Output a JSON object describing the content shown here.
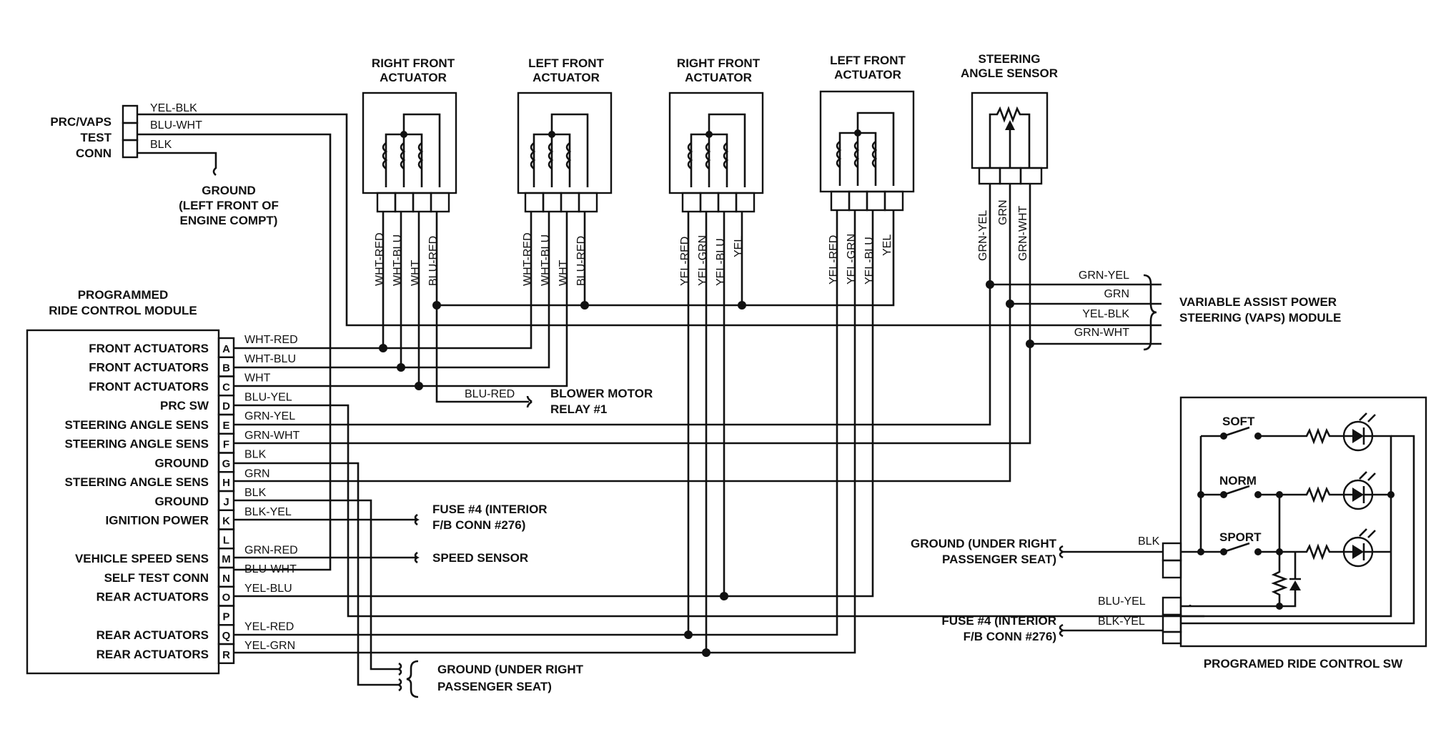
{
  "connector": {
    "title": [
      "PRC/VAPS",
      "TEST",
      "CONN"
    ],
    "wires": [
      "YEL-BLK",
      "BLU-WHT",
      "BLK"
    ],
    "ground": [
      "GROUND",
      "(LEFT FRONT OF",
      "ENGINE COMPT)"
    ]
  },
  "actuators": [
    {
      "title": [
        "RIGHT FRONT",
        "ACTUATOR"
      ],
      "wires": [
        "WHT-RED",
        "WHT-BLU",
        "WHT",
        "BLU-RED"
      ]
    },
    {
      "title": [
        "LEFT FRONT",
        "ACTUATOR"
      ],
      "wires": [
        "WHT-RED",
        "WHT-BLU",
        "WHT",
        "BLU-RED"
      ]
    },
    {
      "title": [
        "RIGHT FRONT",
        "ACTUATOR"
      ],
      "wires": [
        "YEL-RED",
        "YEL-GRN",
        "YEL-BLU",
        "YEL"
      ]
    },
    {
      "title": [
        "LEFT FRONT",
        "ACTUATOR"
      ],
      "wires": [
        "YEL-RED",
        "YEL-GRN",
        "YEL-BLU",
        "YEL"
      ]
    }
  ],
  "steering_sensor": {
    "title": [
      "STEERING",
      "ANGLE SENSOR"
    ],
    "wires": [
      "GRN-YEL",
      "GRN",
      "GRN-WHT"
    ]
  },
  "vaps": {
    "title": [
      "VARIABLE ASSIST POWER",
      "STEERING (VAPS) MODULE"
    ],
    "wires": [
      "GRN-YEL",
      "GRN",
      "YEL-BLK",
      "GRN-WHT"
    ]
  },
  "module": {
    "title": [
      "PROGRAMMED",
      "RIDE CONTROL MODULE"
    ],
    "rows": [
      {
        "label": "FRONT ACTUATORS",
        "pin": "A",
        "wire": "WHT-RED"
      },
      {
        "label": "FRONT ACTUATORS",
        "pin": "B",
        "wire": "WHT-BLU"
      },
      {
        "label": "FRONT ACTUATORS",
        "pin": "C",
        "wire": "WHT"
      },
      {
        "label": "PRC SW",
        "pin": "D",
        "wire": "BLU-YEL"
      },
      {
        "label": "STEERING ANGLE SENS",
        "pin": "E",
        "wire": "GRN-YEL"
      },
      {
        "label": "STEERING ANGLE SENS",
        "pin": "F",
        "wire": "GRN-WHT"
      },
      {
        "label": "GROUND",
        "pin": "G",
        "wire": "BLK"
      },
      {
        "label": "STEERING ANGLE SENS",
        "pin": "H",
        "wire": "GRN"
      },
      {
        "label": "GROUND",
        "pin": "J",
        "wire": "BLK"
      },
      {
        "label": "IGNITION POWER",
        "pin": "K",
        "wire": "BLK-YEL"
      },
      {
        "label": "",
        "pin": "L",
        "wire": ""
      },
      {
        "label": "VEHICLE SPEED SENS",
        "pin": "M",
        "wire": "GRN-RED"
      },
      {
        "label": "SELF TEST CONN",
        "pin": "N",
        "wire": "BLU-WHT"
      },
      {
        "label": "REAR ACTUATORS",
        "pin": "O",
        "wire": "YEL-BLU"
      },
      {
        "label": "",
        "pin": "P",
        "wire": ""
      },
      {
        "label": "REAR ACTUATORS",
        "pin": "Q",
        "wire": "YEL-RED"
      },
      {
        "label": "REAR ACTUATORS",
        "pin": "R",
        "wire": "YEL-GRN"
      }
    ]
  },
  "blower": {
    "wire": "BLU-RED",
    "label": [
      "BLOWER MOTOR",
      "RELAY #1"
    ]
  },
  "fuse_k": [
    "FUSE #4 (INTERIOR",
    "F/B CONN #276)"
  ],
  "speed_sensor": "SPEED SENSOR",
  "ground_bottom": [
    "GROUND (UNDER RIGHT",
    "PASSENGER SEAT)"
  ],
  "switch": {
    "title": "PROGRAMED RIDE CONTROL SW",
    "modes": [
      "SOFT",
      "NORM",
      "SPORT"
    ],
    "ground": [
      "GROUND (UNDER RIGHT",
      "PASSENGER SEAT)"
    ],
    "ground_wire": "BLK",
    "prc_wire": "BLU-YEL",
    "fuse_wire": "BLK-YEL",
    "fuse": [
      "FUSE #4 (INTERIOR",
      "F/B CONN #276)"
    ]
  }
}
